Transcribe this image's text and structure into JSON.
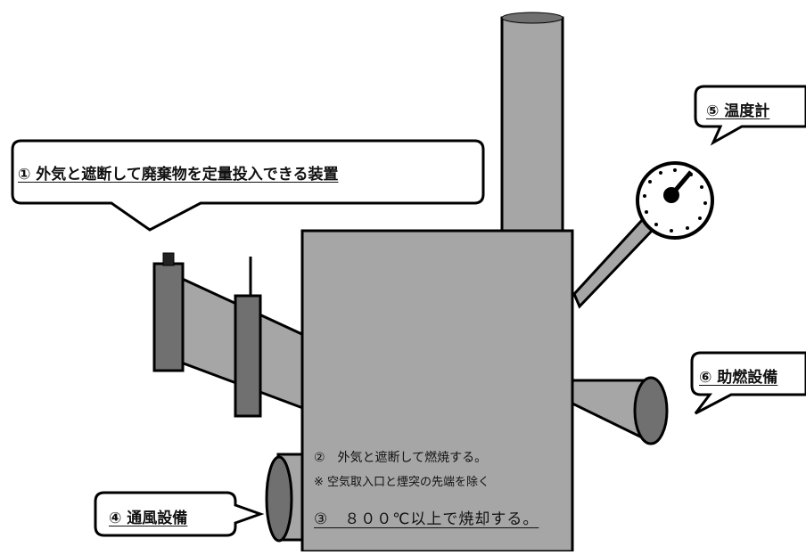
{
  "callouts": {
    "c1": "① 外気と遮断して廃棄物を定量投入できる装置",
    "c4": "④ 通風設備",
    "c5": "⑤ 温度計",
    "c6": "⑥ 助燃設備"
  },
  "body_text": {
    "c2": "②　外気と遮断して燃焼する。",
    "note": "※ 空気取入口と煙突の先端を除く",
    "c3": "③　８００℃以上で焼却する。"
  },
  "colors": {
    "fill": "#a6a6a6",
    "dark": "#707070",
    "outline": "#000000"
  }
}
